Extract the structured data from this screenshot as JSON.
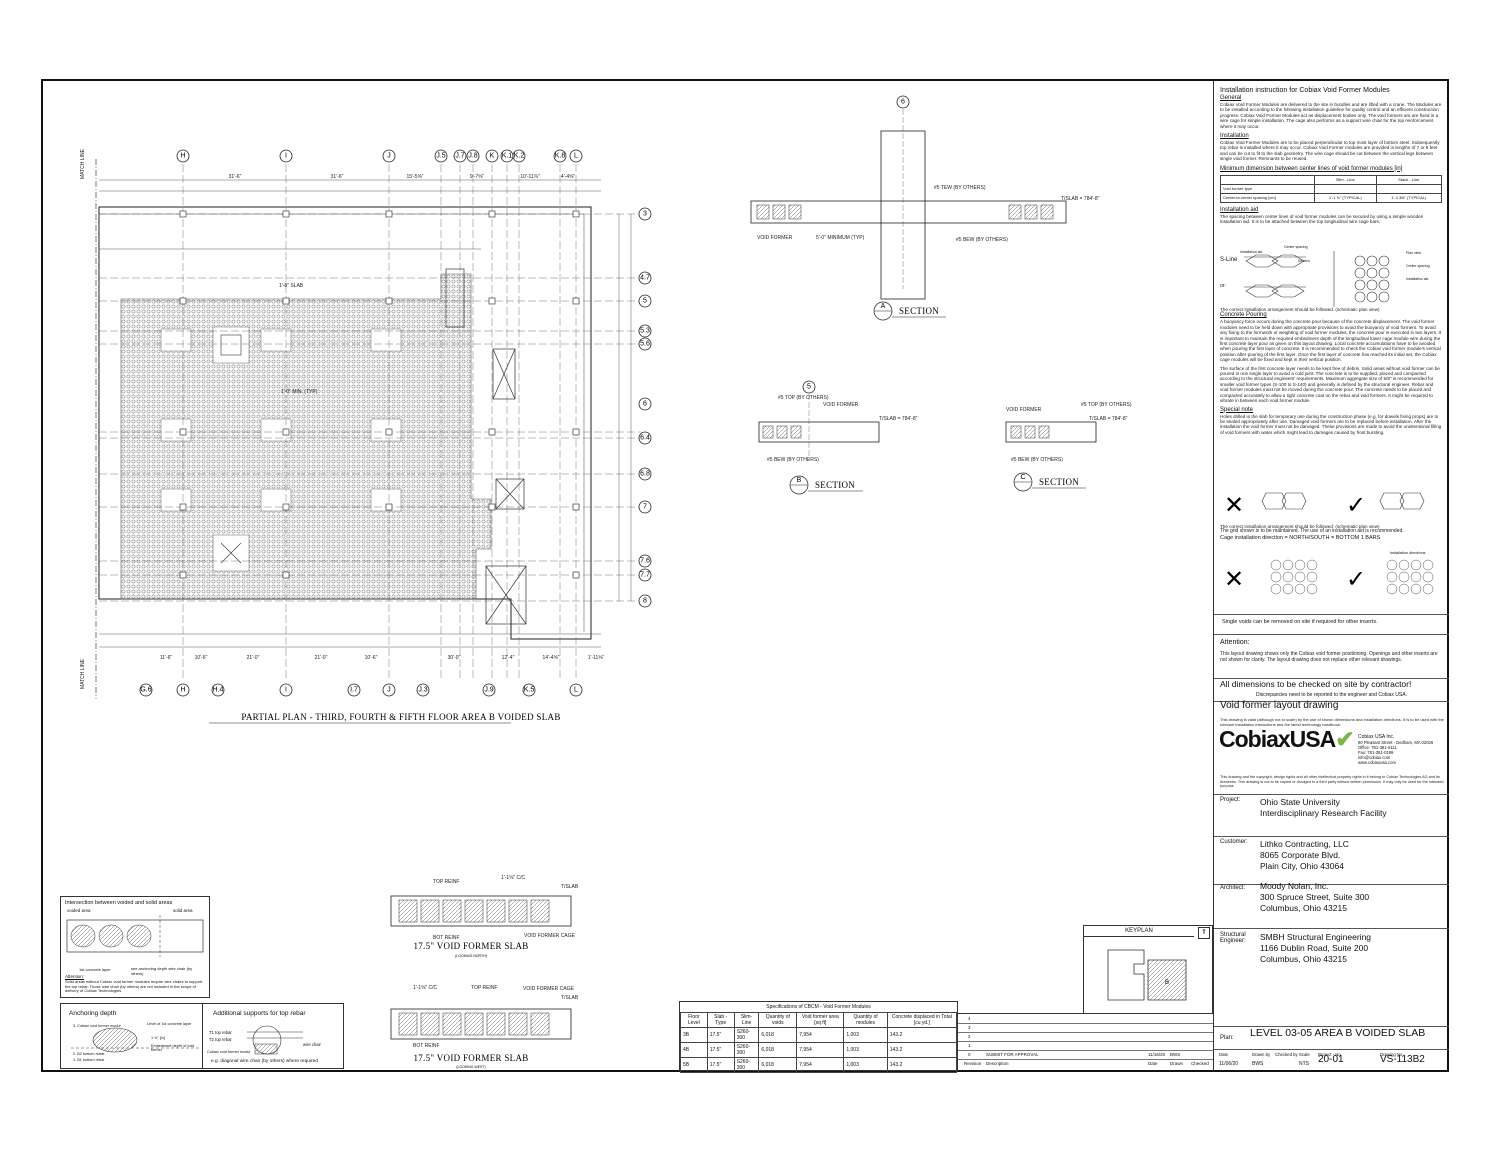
{
  "plan": {
    "title": "PARTIAL PLAN - THIRD, FOURTH & FIFTH FLOOR AREA B VOIDED SLAB",
    "match_line": "MATCH LINE",
    "grid_top": [
      "H",
      "I",
      "J",
      "J.5",
      "J.7",
      "J.8",
      "K",
      "K.1",
      "K.2",
      "K.8",
      "L"
    ],
    "grid_bottom": [
      "G.6",
      "H",
      "H.4",
      "I",
      "I.7",
      "J",
      "J.3",
      "J.9",
      "K.5",
      "L"
    ],
    "grid_right": [
      "3",
      "4.7",
      "5",
      "5.3",
      "5.6",
      "6",
      "6.4",
      "6.8",
      "7",
      "7.6",
      "7.7",
      "8"
    ],
    "dims_top": [
      "31'-6\"",
      "31'-6\"",
      "15'-5⅝\"",
      "9'-7⅝\"",
      "10'-11⅞\"",
      "4'-4⅝\""
    ],
    "dims_bottom": [
      "11'-6\"",
      "10'-6\"",
      "21'-0\"",
      "21'-0\"",
      "10'-6\"",
      "30'-0\"",
      "12'-4\"",
      "14'-4⅝\"",
      "1'-11⅝\""
    ],
    "slab_note": "1'-8\" SLAB",
    "min_typ": "1'-0\" MIN. (TYP)"
  },
  "sections": {
    "a": {
      "bubble": "6",
      "letter": "A",
      "label": "SECTION",
      "tslab": "T/SLAB = 784'-8\"",
      "notes": [
        "#5 TEW (BY OTHERS)",
        "#5 BEW (BY OTHERS)",
        "VOID FORMER",
        "5'-0\" MINIMUM (TYP)"
      ]
    },
    "b": {
      "bubble": "5",
      "letter": "B",
      "label": "SECTION",
      "tslab": "T/SLAB = 784'-8\"",
      "notes": [
        "#5 TOP (BY OTHERS)",
        "VOID FORMER",
        "#5 BEW (BY OTHERS)"
      ]
    },
    "c": {
      "letter": "C",
      "label": "SECTION",
      "tslab": "T/SLAB = 784'-8\"",
      "notes": [
        "VOID FORMER",
        "#5 TOP (BY OTHERS)",
        "#5 BEW (BY OTHERS)"
      ]
    }
  },
  "slab_details": [
    {
      "title": "17.5\" VOID FORMER SLAB",
      "sub": "(LOOKING NORTH)",
      "notes": [
        "TOP REINF",
        "1'-1⅝\" C/C",
        "BOT REINF",
        "VOID FORMER CAGE",
        "T/SLAB"
      ]
    },
    {
      "title": "17.5\" VOID FORMER SLAB",
      "sub": "(LOOKING WEST)",
      "notes": [
        "TOP REINF",
        "1'-1⅝\" C/C",
        "VOID FORMER CAGE",
        "BOT REINF",
        "T/SLAB"
      ]
    }
  ],
  "legend_box": {
    "title": "Intersection between voided and solid areas",
    "voided": "voided area",
    "solid": "solid area",
    "note1": "1st concrete layer",
    "note2": "see anchoring depth wire chair (by others)",
    "attention": "Attention:",
    "attention_text": "Solid areas without Cobiax void former modules require wire chairs to support the top rebar. Those wire chair (by others) are not included in the scope of delivery of Cobiax Technologies."
  },
  "anchoring": {
    "title": "Anchoring depth",
    "items": [
      "3. Cobiax void former modul",
      "Level of 1st concrete layer",
      "1 ⅜\" [in]",
      "Embedment depth of void former",
      "2. B2 bottom rebar",
      "1. B1 bottom rebar"
    ]
  },
  "supports": {
    "title": "Additional supports for top rebar",
    "items": [
      "T1 top rebar",
      "T2 top rebar",
      "wire chair",
      "Cobiax void former modul"
    ],
    "caption": "e.g. diagonal wire chair (by others) where required"
  },
  "spec": {
    "title": "Specifications of CBCM - Void Former Modules",
    "headers": [
      "Floor Level",
      "Slab - Type",
      "Slim-Line",
      "Quantity of voids",
      "Void former area [sq ft]",
      "Quantity of modules",
      "Concrete displaced in Total [cu yd.]"
    ],
    "rows": [
      [
        "3B",
        "17.5\"",
        "S260-300",
        "6,018",
        "7,954",
        "1,003",
        "143.2"
      ],
      [
        "4B",
        "17.5\"",
        "S260-300",
        "6,018",
        "7,954",
        "1,003",
        "143.2"
      ],
      [
        "5B",
        "17.5\"",
        "S260-300",
        "6,018",
        "7,954",
        "1,003",
        "143.2"
      ]
    ]
  },
  "keyplan": {
    "title": "KEYPLAN",
    "area": "B"
  },
  "revisions": {
    "rows": [
      {
        "rev": "4",
        "desc": "",
        "date": "",
        "drawn": "",
        "checked": ""
      },
      {
        "rev": "3",
        "desc": "",
        "date": "",
        "drawn": "",
        "checked": ""
      },
      {
        "rev": "2",
        "desc": "",
        "date": "",
        "drawn": "",
        "checked": ""
      },
      {
        "rev": "1",
        "desc": "",
        "date": "",
        "drawn": "",
        "checked": ""
      },
      {
        "rev": "0",
        "desc": "SUBMIT FOR APPROVAL",
        "date": "11/16/20",
        "drawn": "BWS",
        "checked": ""
      }
    ],
    "headers": [
      "Revision",
      "Description",
      "Date",
      "Drawn",
      "Checked"
    ]
  },
  "titleblock": {
    "install_title": "Installation instruction for Cobiax Void Former Modules",
    "general_h": "General",
    "general_p": "Cobiax Void Former Modules are delivered to the site in bundles and are lifted with a crane. The Modules are to be installed according to the following installation guideline for quality control and an efficient construction progress. Cobiax Void Former Modules act as displacement bodies only. The void formers are are fixed in a wire cage for simple installation. The cage also performs as a support wire chair for the top reinforcement where it may occur.",
    "installation_h": "Installation",
    "installation_p": "Cobiax Void Former Modules are to be placed perpendicular to top most layer of bottom steel. Subsequently top rebar is installed where it may occur. Cobiax Void Former modules are provided in lengths of 7 or 8 feet and can be cut to fit to the slab geometry. The wire cage should be cut between the vertical legs between single void former. Remnants to be reused.",
    "mindim_h": "Minimum dimension between center lines of void former modules [in]",
    "mindim_cols": [
      "Slim - Line",
      "Stack - Line"
    ],
    "mindim_row1": "Void former type",
    "mindim_row2": "Center-to-center spacing [cm]",
    "mindim_typ1": "1'-1 ¾\" (TYPICAL)",
    "mindim_typ2": "1'-3 3/8\" (TYPICAL)",
    "aid_h": "Installation aid",
    "aid_p": "The spacing between center lines of void former modules can be secured by using a simple wooden installation aid. It is to be attached between the top longitudinal wire cage bars.",
    "sline": "S-Line",
    "or": "or:",
    "aid_labels": [
      "Installation aid",
      "Center spacing",
      "Section",
      "Plan view",
      "Center spacing",
      "Installation aid"
    ],
    "arrangement": "The correct installation arrangement should be followed. (schematic plan view)",
    "pour_h": "Concrete Pouring",
    "pour_p": "A buoyancy force occurs during the concrete pour because of the concrete displacement. The void former modules need to be held down with appropriate provisions to avoid the buoyancy of void formers. To avoid any fixing to the formwork or weighting of void former modules, the concrete pour is executed in two layers. It is important to maintain the required embedment depth of the longitudinal lower cage module wire during the first concrete layer pour as given on this layout drawing. Local concrete accumulations have to be avoided when pouring the first layer of concrete. It is recommended to check the Cobiax void former module's vertical position after pouring of the first layer. Once the first layer of concrete has reached its initial set, the Cobiax cage modules will be fixed and kept in their vertical position.",
    "pour_p2": "The surface of the first concrete layer needs to be kept free of debris. Solid areas without void former can be poured in one single layer to avoid a cold joint. The concrete is to be supplied, placed and compacted according to the structural engineers' requirements. Maximum aggregate size of 5/8\" is recommended for smaller void former types (S-100 to S-140) and generally is defined by the structural engineer. Rebar and void former modules must not be moved during the concrete pour. The concrete needs to be placed and compacted accurately to allow a tight concrete coat on the rebar and void formers. It might be required to vibrate in between each void former module.",
    "special_h": "Special note",
    "special_p": "Holes drilled in the slab for temporary use during the construction phase (e.g. for dowels fixing props) are to be sealed appropriately after use. Damaged void formers are to be replaced before installation. After the installation the void former must not be damaged. These provisions are made to avoid the unintentional filling of void formers with water which might lead to damages caused by frost bursting.",
    "arrangement2": "The correct installation arrangement should be followed: (schematic plan view)",
    "grid_note": "The grid shown is to be maintained. The use of an installation aid is recommended.",
    "cage_dir": "Cage installation direction = NORTH/SOUTH = BOTTOM 1 BARS",
    "install_dirs": "Installation directions",
    "single_voids": "Single voids can be removed on site if required for other inserts.",
    "attention_h": "Attention:",
    "attention_p": "This layout drawing shows only the Cobiax void former positioning. Openings and other inserts are not shown for clarity. The layout drawing does not replace other relevant drawings.",
    "dims_check": "All dimensions to be checked on site by contractor!",
    "discrep": "Discrepancies need to be reported to the engineer and Cobiax USA.",
    "layout_h": "Void former layout drawing",
    "layout_p": "This drawing is valid (although not to scale) by the use of shown dimensions and installation directions. It is to be used with the relevant installation instructions and the latest technology handbook.",
    "logo_text": "CobiaxUSA",
    "company_lines": [
      "Cobiax USA Inc.",
      "90 Pleasant Street - Dedham, MA 02026",
      "Office: 781-381-0111",
      "Fax: 781-381-0199",
      "info@cobiax.com",
      "www.cobiaxusa.com"
    ],
    "copyright": "This drawing and the copyright, design rights and all other intellectual property rights in it belong to Cobiax Technologies AG and its licensees. This drawing is not to be copied or divulged to a third party without written permission. It may only be used for the intended purpose.",
    "project_k": "Project:",
    "project_v": [
      "Ohio State University",
      "Interdisciplinary Research Facility"
    ],
    "customer_k": "Customer:",
    "customer_v": [
      "Lithko Contracting, LLC",
      "8065 Corporate Blvd.",
      "Plain City, Ohio 43064"
    ],
    "architect_k": "Architect:",
    "architect_v": [
      "Moody Nolan, Inc.",
      "300 Spruce Street, Suite 300",
      "Columbus, Ohio 43215"
    ],
    "engineer_k": [
      "Structural",
      "Engineer:"
    ],
    "engineer_v": [
      "SMBH Structural Engineering",
      "1166 Dublin Road, Suite 200",
      "Columbus, Ohio 43215"
    ],
    "plan_k": "Plan:",
    "plan_v": "LEVEL 03-05 AREA B VOIDED SLAB",
    "footer_headers": [
      "Date",
      "Drawn by",
      "Checked by",
      "Scale",
      "Project - No.",
      "Drawing No."
    ],
    "footer_values": [
      "11/06/20",
      "BWS",
      "",
      "NTS",
      "20-01",
      "VS-113B2"
    ]
  },
  "colors": {
    "line": "#222222",
    "hatch": "#9a9a9a",
    "accent": "#7ab648"
  }
}
